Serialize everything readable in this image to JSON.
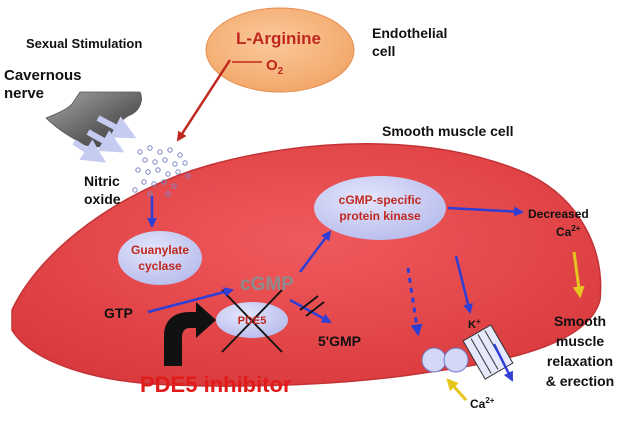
{
  "labels": {
    "sexual_stimulation": "Sexual Stimulation",
    "cavernous": "Cavernous",
    "nerve": "nerve",
    "l_arginine": "L-Arginine",
    "o2_base": "O",
    "o2_sub": "2",
    "endothelial": "Endothelial",
    "cell": "cell",
    "smooth_muscle_cell": "Smooth muscle cell",
    "nitric": "Nitric",
    "oxide": "oxide",
    "guanylate": "Guanylate",
    "cyclase": "cyclase",
    "cgmp": "cGMP",
    "cgmp_specific": "cGMP-specific",
    "protein_kinase": "protein kinase",
    "decreased": "Decreased",
    "ca_base": "Ca",
    "ca_sup": "2+",
    "gtp": "GTP",
    "pde5": "PDE5",
    "five_gmp": "5'GMP",
    "k_base": "K",
    "k_sup": "+",
    "ca2_base": "Ca",
    "ca2_sup": "2+",
    "smooth": "Smooth",
    "muscle": "muscle",
    "relaxation": "relaxation",
    "erection": "& erection",
    "pde5_inhibitor": "PDE5 inhibitor"
  },
  "colors": {
    "cell_fill": "#e8474a",
    "enzyme_fill": "#c9cdf3",
    "endothelial_fill": "#f6b17c",
    "red_text": "#c0281f",
    "blue_arrow": "#2f3fd6",
    "yellow_arrow": "#e6c51c",
    "inhibitor_red": "#e11a1a"
  }
}
